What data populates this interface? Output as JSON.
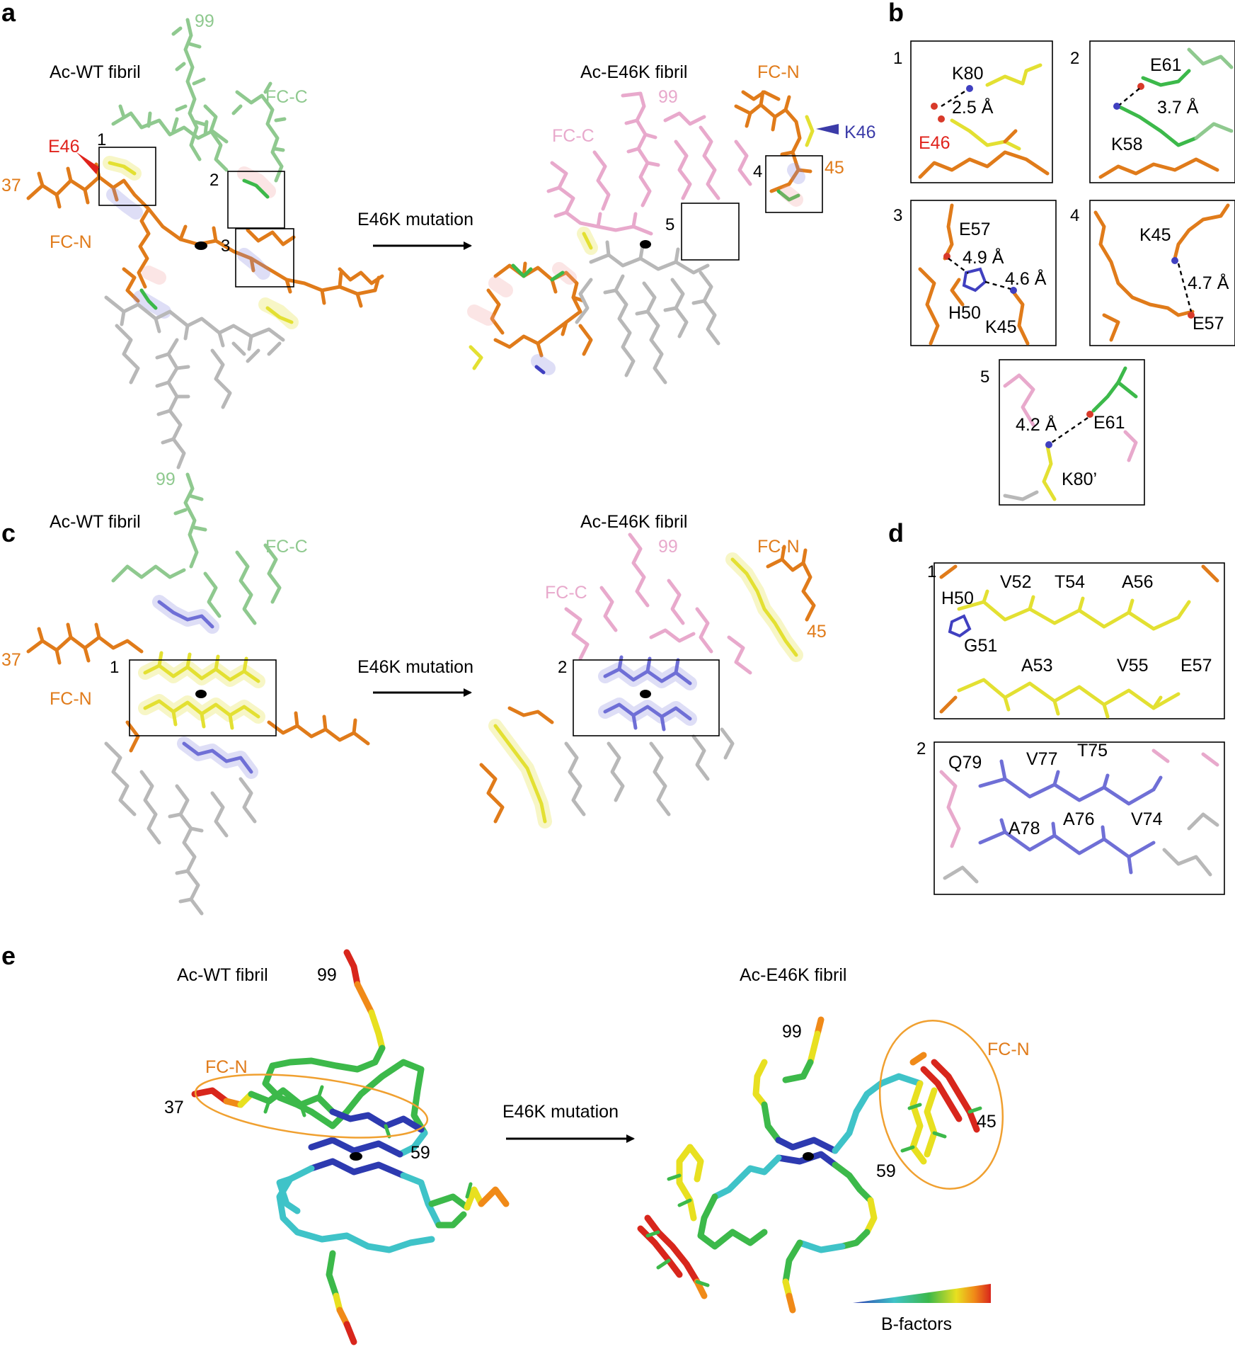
{
  "panel_a": {
    "label": "a",
    "wt_title": "Ac-WT fibril",
    "mut_title": "Ac-E46K fibril",
    "arrow_label": "E46K mutation",
    "wt_labels": {
      "res99": "99",
      "fcc": "FC-C",
      "e46": "E46",
      "res37": "37",
      "fcn": "FC-N",
      "box1": "1",
      "box2": "2",
      "box3": "3"
    },
    "mut_labels": {
      "res99": "99",
      "fcc": "FC-C",
      "fcn": "FC-N",
      "k46": "K46",
      "res45": "45",
      "box4": "4",
      "box5": "5"
    }
  },
  "panel_b": {
    "label": "b",
    "boxes": [
      {
        "num": "1",
        "res_a": "K80",
        "dist": "2.5 Å",
        "res_b": "E46"
      },
      {
        "num": "2",
        "res_a": "E61",
        "dist": "3.7 Å",
        "res_b": "K58"
      },
      {
        "num": "3",
        "res_a": "E57",
        "dist": "4.9 Å",
        "dist2": "4.6 Å",
        "res_b": "H50",
        "res_c": "K45"
      },
      {
        "num": "4",
        "res_a": "K45",
        "dist": "4.7 Å",
        "res_b": "E57"
      },
      {
        "num": "5",
        "res_a": "E61",
        "dist": "4.2 Å",
        "res_b": "K80’"
      }
    ]
  },
  "panel_c": {
    "label": "c",
    "wt_title": "Ac-WT fibril",
    "mut_title": "Ac-E46K fibril",
    "arrow_label": "E46K mutation",
    "wt_labels": {
      "res99": "99",
      "fcc": "FC-C",
      "res37": "37",
      "fcn": "FC-N",
      "box1": "1"
    },
    "mut_labels": {
      "res99": "99",
      "fcc": "FC-C",
      "fcn": "FC-N",
      "res45": "45",
      "box2": "2"
    }
  },
  "panel_d": {
    "label": "d",
    "box1": {
      "num": "1",
      "top": [
        "H50",
        "V52",
        "T54",
        "A56"
      ],
      "bottom": [
        "G51",
        "A53",
        "V55",
        "E57"
      ]
    },
    "box2": {
      "num": "2",
      "top": [
        "Q79",
        "V77",
        "T75"
      ],
      "bottom": [
        "A78",
        "A76",
        "V74"
      ]
    }
  },
  "panel_e": {
    "label": "e",
    "wt_title": "Ac-WT fibril",
    "mut_title": "Ac-E46K fibril",
    "arrow_label": "E46K mutation",
    "wt_labels": {
      "res99": "99",
      "fcn": "FC-N",
      "res37": "37",
      "res59": "59"
    },
    "mut_labels": {
      "res99": "99",
      "fcn": "FC-N",
      "res45": "45",
      "res59": "59"
    },
    "legend": "B-factors"
  },
  "colors": {
    "orange": "#e07b1a",
    "green": "#8fc98f",
    "bright_green": "#3cb94a",
    "pink": "#e8a9cc",
    "grey": "#b8b8b8",
    "yellow": "#e3e032",
    "blue": "#6f6fd6",
    "red_label": "#e0231c",
    "k46_blue": "#3b3ba8"
  }
}
